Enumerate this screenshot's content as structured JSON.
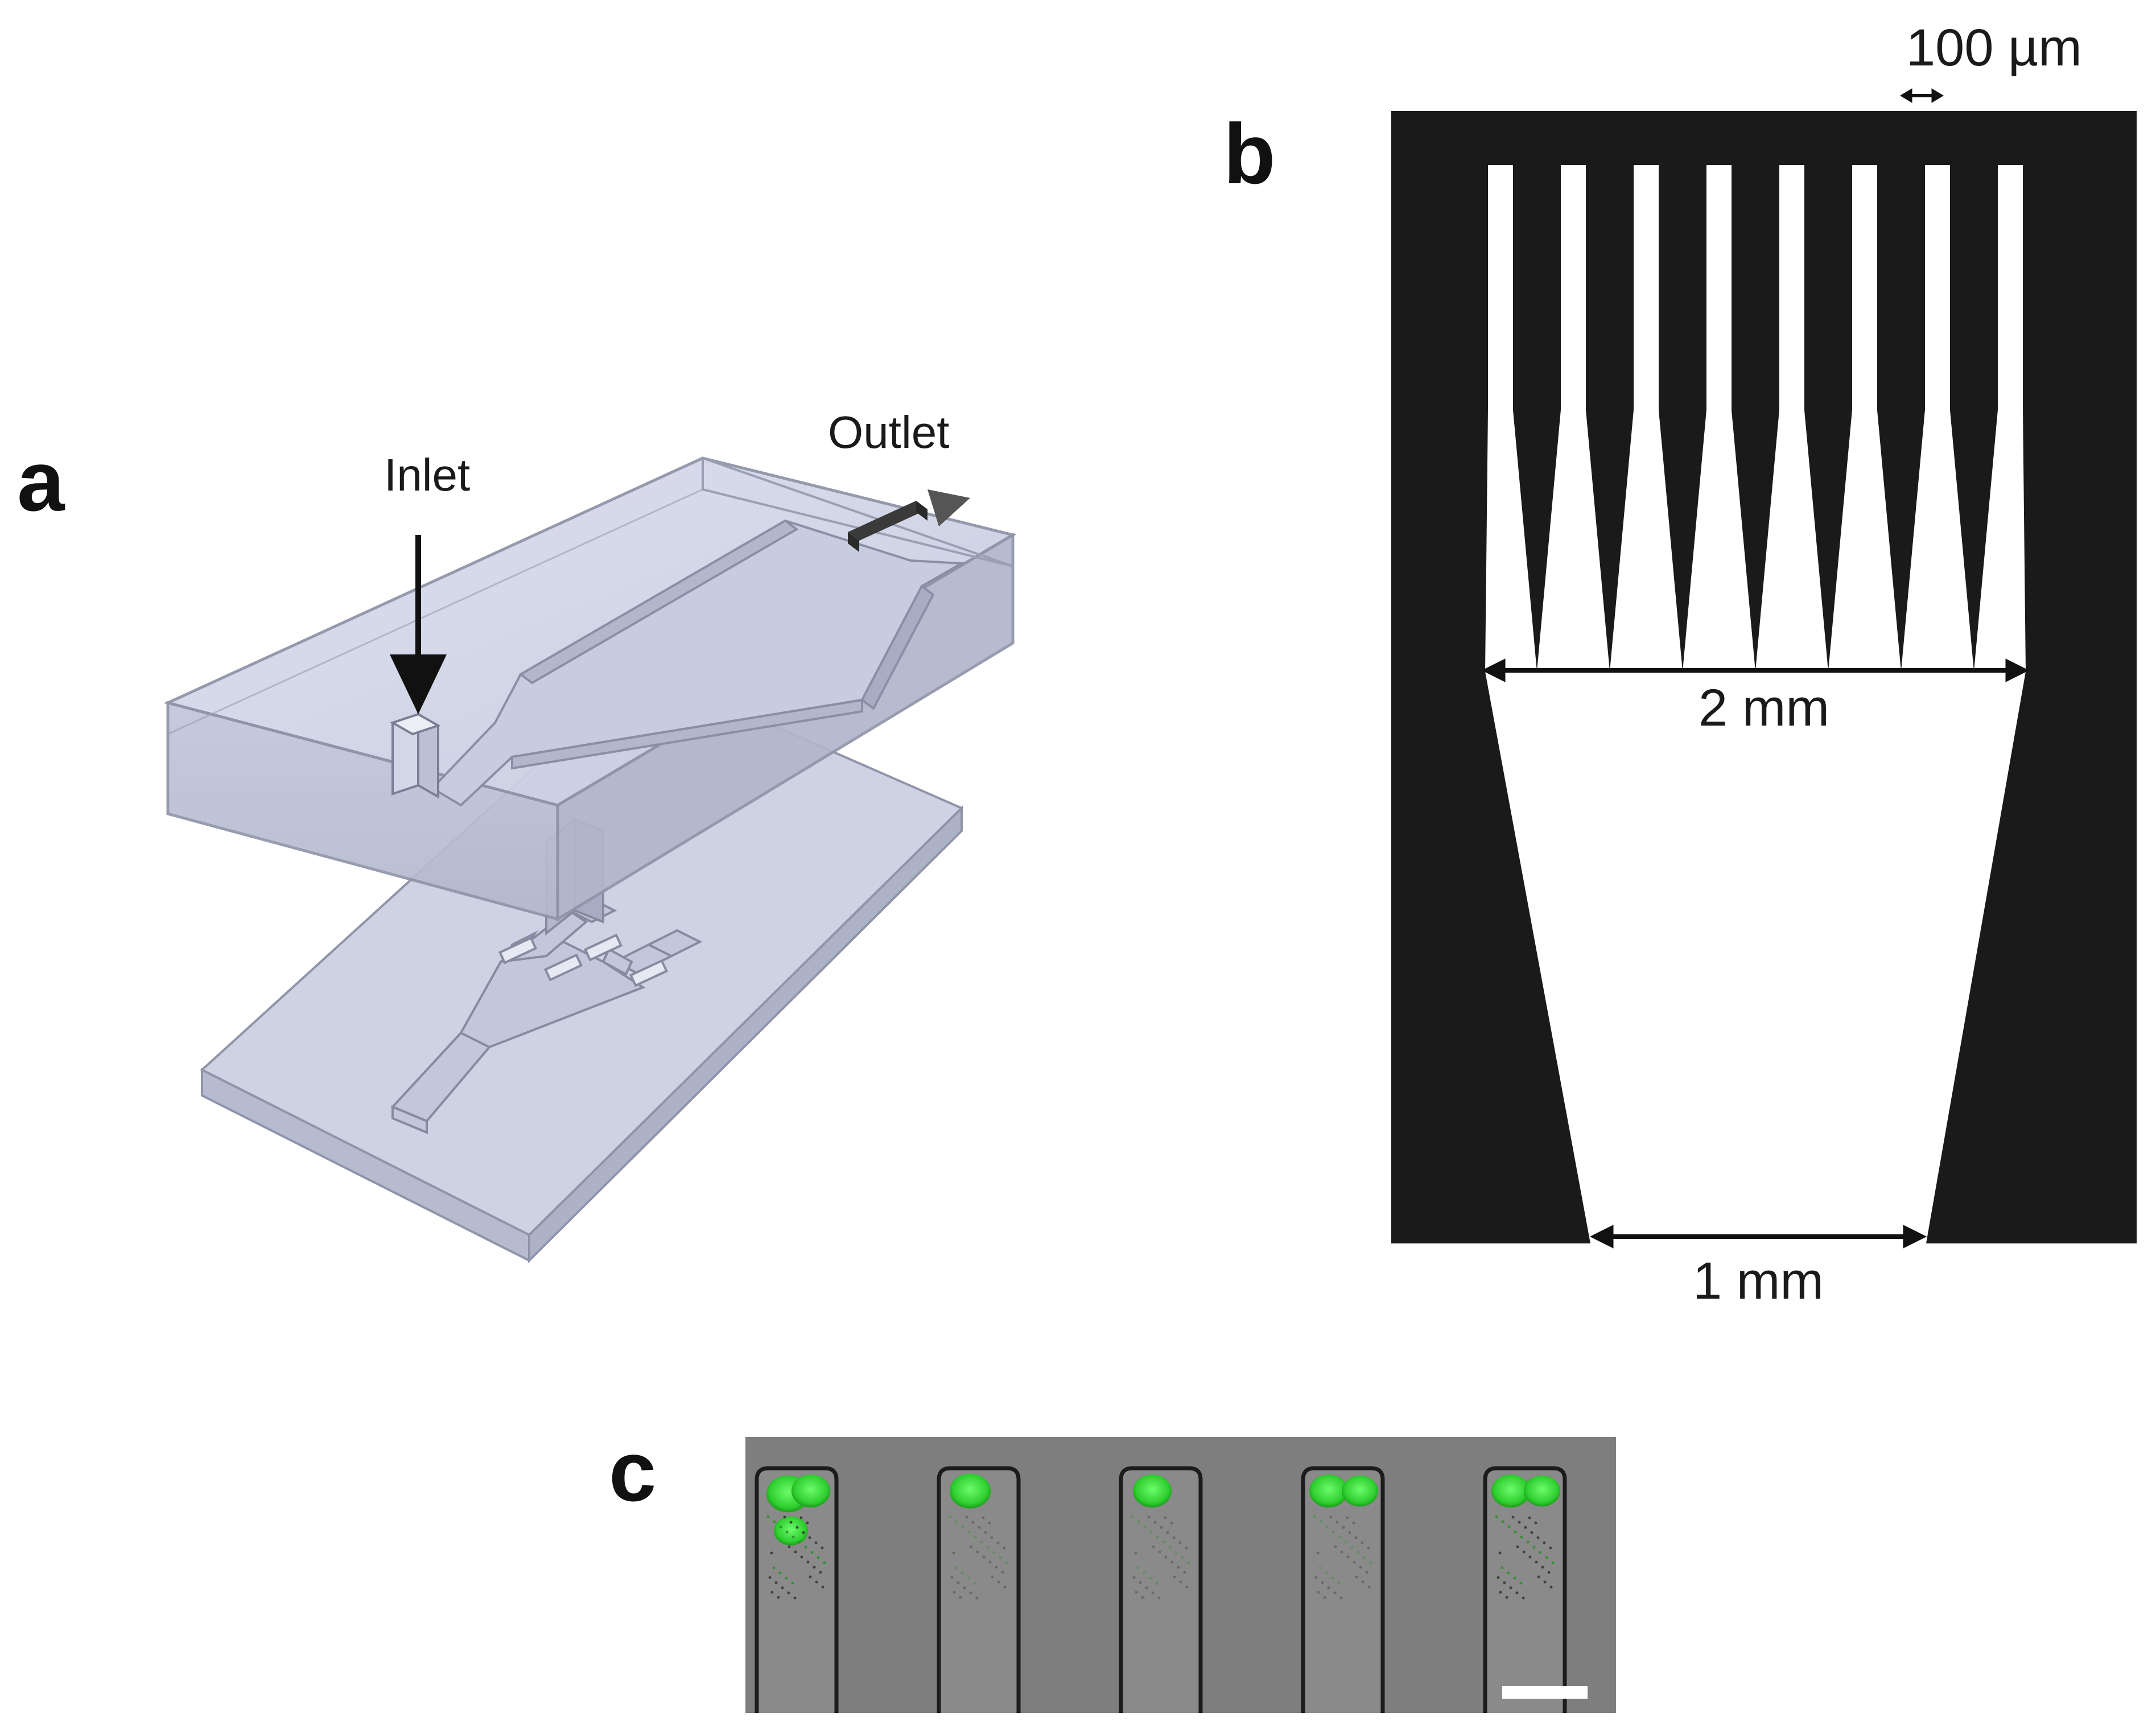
{
  "panels": {
    "a": {
      "letter": "a",
      "inlet_label": "Inlet",
      "outlet_label": "Outlet"
    },
    "b": {
      "letter": "b",
      "top_width_label": "100 µm",
      "middle_width_label": "2 mm",
      "bottom_width_label": "1 mm",
      "finger_count": 8
    },
    "c": {
      "letter": "c",
      "well_count": 5
    }
  },
  "colors": {
    "mask_black": "#1a1a1a",
    "pdms": "#c9cde0",
    "pdms_edge": "#8f94a8",
    "cell_green": "#3ddc3d",
    "micrograph_gray": "#7c7c7c"
  }
}
